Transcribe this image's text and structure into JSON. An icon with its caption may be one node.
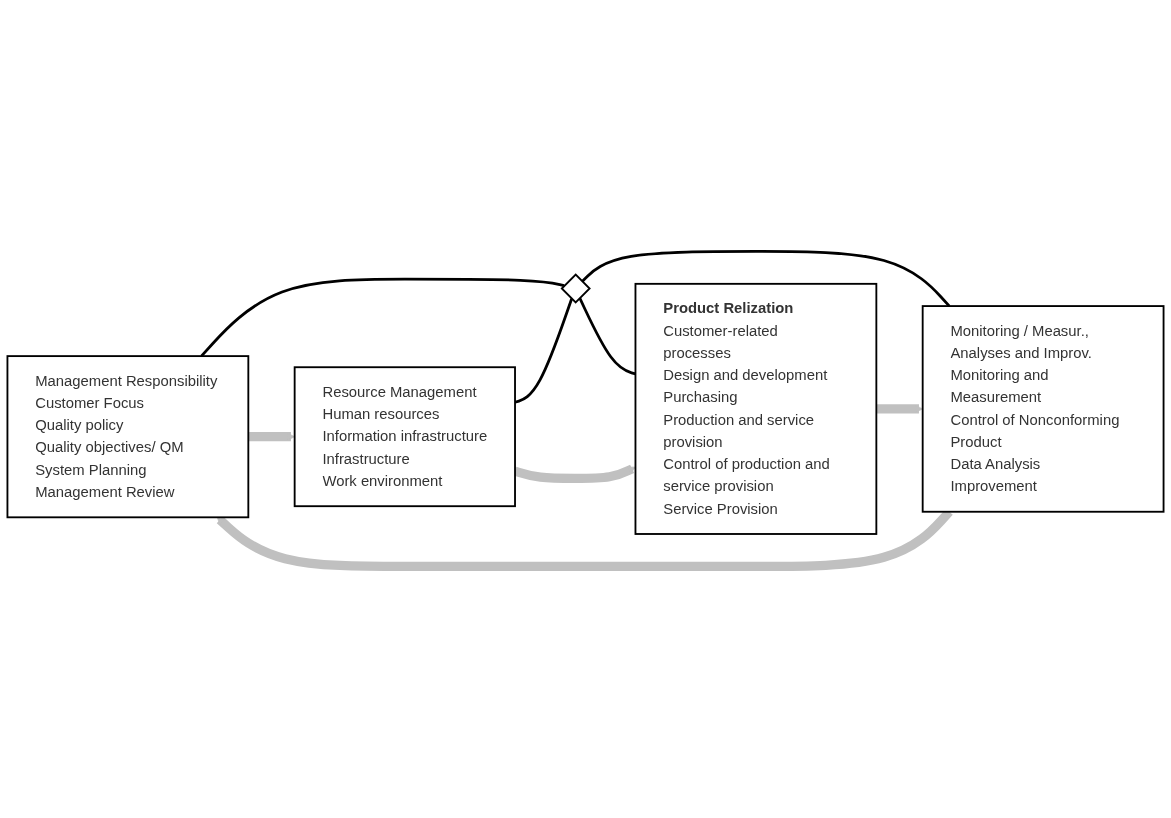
{
  "diagram": {
    "nodes": [
      {
        "text": [
          "Management Responsibility",
          "Customer Focus",
          "Quality policy",
          "Quality objectives/ QM System Planning",
          "Management Review"
        ]
      },
      {
        "text": [
          "Resource Management",
          "Human resources",
          "Information infrastructure",
          "Infrastructure",
          "Work environment"
        ]
      },
      {
        "text": [],
        "shape": "diamond"
      },
      {
        "text": [
          "Monitoring / Measur., Analyses and Improv.",
          "Monitoring and Measurement",
          "Control of Nonconforming Product",
          "Data Analysis",
          "Improvement"
        ]
      },
      {
        "text": [
          "Product Relization",
          "Customer-related processes",
          "Design and development",
          "Purchasing",
          "Production and service provision",
          "Control of production and service provision",
          "Service Provision"
        ]
      }
    ],
    "edges": [
      {
        "from": 0,
        "to": 2,
        "arrow": "none"
      },
      {
        "from": 1,
        "to": 2,
        "arrow": "none"
      },
      {
        "from": 2,
        "to": 3,
        "arrow": "none"
      },
      {
        "from": 2,
        "to": 4,
        "arrow": "none"
      },
      {
        "from": 0,
        "to": 1,
        "arrow": "to",
        "style": "thick",
        "color": "#c0c0c0"
      },
      {
        "from": 1,
        "to": 4,
        "arrow": "to",
        "style": "thick",
        "color": "#c0c0c0"
      },
      {
        "from": 4,
        "to": 3,
        "arrow": "to",
        "style": "thick",
        "color": "#c0c0c0"
      },
      {
        "from": 3,
        "to": 0,
        "arrow": "to",
        "style": "thick",
        "color": "#c0c0c0"
      }
    ]
  }
}
